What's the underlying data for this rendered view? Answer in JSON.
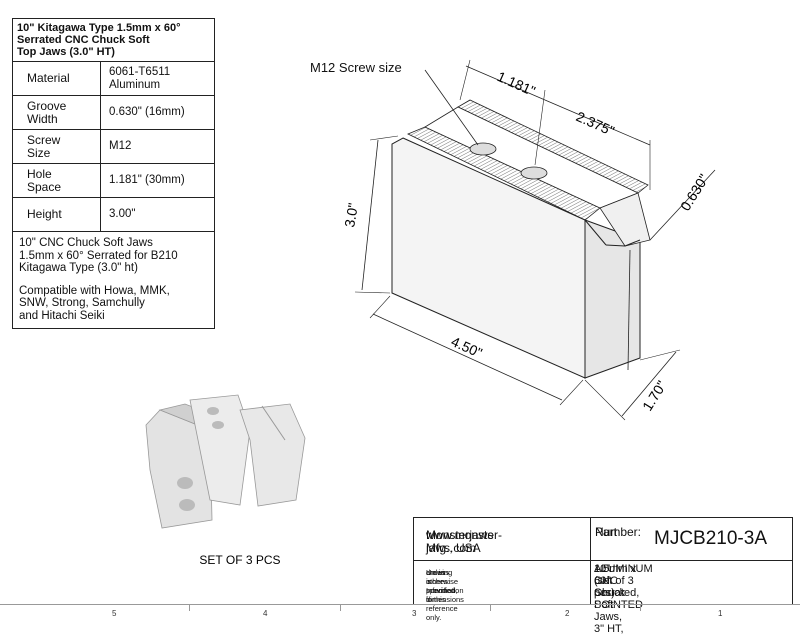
{
  "spec": {
    "title_lines": [
      "10\" Kitagawa Type 1.5mm x 60°",
      "Serrated CNC Chuck Soft",
      "Top Jaws (3.0\" HT)"
    ],
    "rows": [
      {
        "key_lines": [
          "Material"
        ],
        "val_lines": [
          "6061-T6511",
          "Aluminum"
        ]
      },
      {
        "key_lines": [
          "Groove",
          "Width"
        ],
        "val_lines": [
          "0.630\" (16mm)"
        ]
      },
      {
        "key_lines": [
          "Screw",
          "Size"
        ],
        "val_lines": [
          "M12"
        ]
      },
      {
        "key_lines": [
          "Hole",
          "Space"
        ],
        "val_lines": [
          "1.181\" (30mm)"
        ]
      },
      {
        "key_lines": [
          "Height"
        ],
        "val_lines": [
          "3.00\""
        ]
      }
    ],
    "desc1": [
      "10\" CNC Chuck Soft Jaws",
      "1.5mm x 60° Serrated for  B210",
      "Kitagawa Type (3.0\" ht)"
    ],
    "desc2": [
      "Compatible with Howa, MMK,",
      "SNW, Strong, Samchully",
      "and Hitachi Seiki"
    ]
  },
  "drawing": {
    "screw_label": "M12 Screw size",
    "dim_1181": "1.181\"",
    "dim_2375": "2.375\"",
    "dim_0630": "0.630\"",
    "dim_30": "3.0\"",
    "dim_450": "4.50\"",
    "dim_170": "1.70\""
  },
  "set_label": "SET OF 3 PCS",
  "title_block": {
    "url": "www.monster-jaws.com",
    "company": "Monsterjaws Mfg., USA",
    "part_label_1": "Part",
    "part_label_2": "Number:",
    "part_number": "MJCB210-3A",
    "disclaimer": [
      "Unless otherwise specified, dimensions",
      "are in inches.  Information in this",
      "drawing is provided for reference only."
    ],
    "description": [
      "10\" CNC Chuck Soft Jaws, 3\" HT,",
      "1.5mm x 60° Serrated, POINTED",
      "ALUMINUM (set of 3 pcs)"
    ]
  },
  "ruler": [
    "5",
    "4",
    "3",
    "2",
    "1"
  ]
}
